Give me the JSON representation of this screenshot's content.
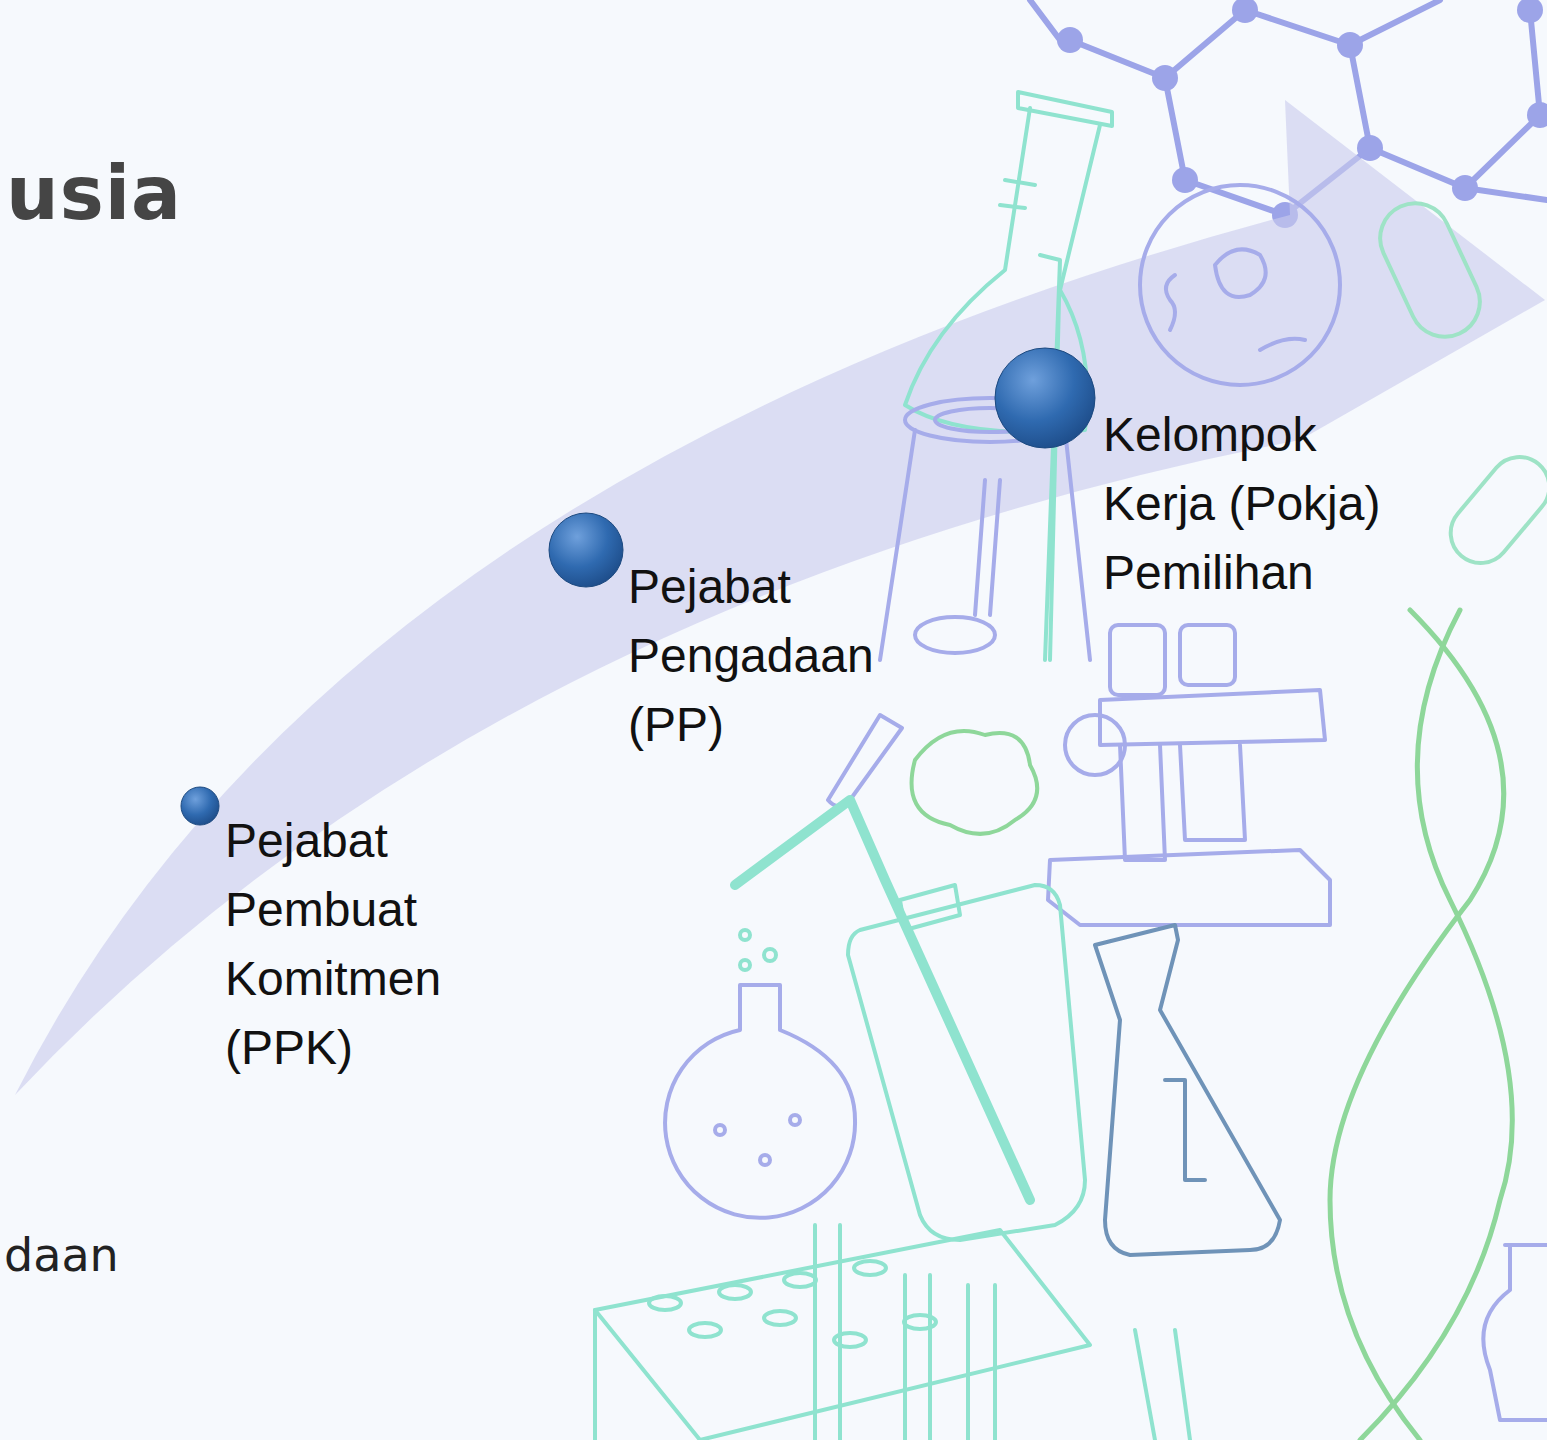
{
  "diagram": {
    "title": "usia",
    "nodes": [
      {
        "text": [
          "Pejabat Pembuat Komitmen (PPK)"
        ]
      },
      {
        "text": [
          "Pejabat Pengadaan (PP)"
        ]
      },
      {
        "text": [
          "Kelompok Kerja (Pokja) Pemilihan"
        ]
      }
    ],
    "labels": [
      "daan"
    ]
  }
}
